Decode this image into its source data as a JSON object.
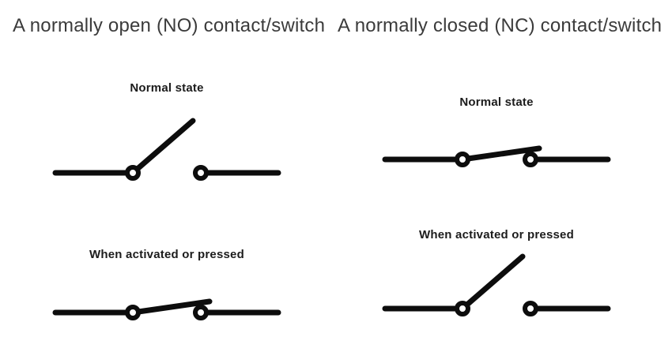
{
  "colors": {
    "ink": "#0d0d0d",
    "title_text": "#3b3b3b",
    "label_text": "#1c1c1c",
    "background": "#ffffff"
  },
  "panels": [
    {
      "title": "A normally open (NO) contact/switch",
      "states": [
        {
          "label": "Normal state",
          "switch": "open"
        },
        {
          "label": "When activated or pressed",
          "switch": "closed"
        }
      ]
    },
    {
      "title": "A normally closed (NC) contact/switch",
      "states": [
        {
          "label": "Normal state",
          "switch": "closed"
        },
        {
          "label": "When activated or pressed",
          "switch": "open"
        }
      ]
    }
  ]
}
